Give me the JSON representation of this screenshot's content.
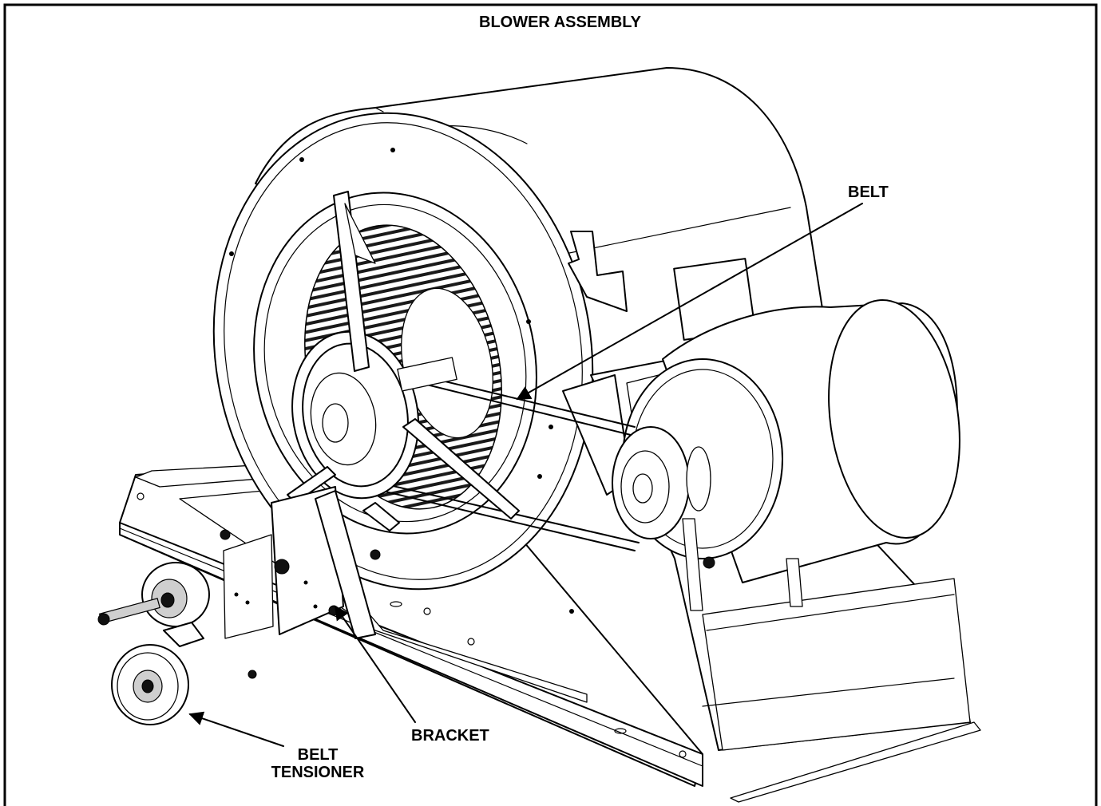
{
  "title": "BLOWER ASSEMBLY",
  "callouts": {
    "belt": "BELT",
    "bracket": "BRACKET",
    "belt_tensioner_line1": "BELT",
    "belt_tensioner_line2": "TENSIONER"
  }
}
